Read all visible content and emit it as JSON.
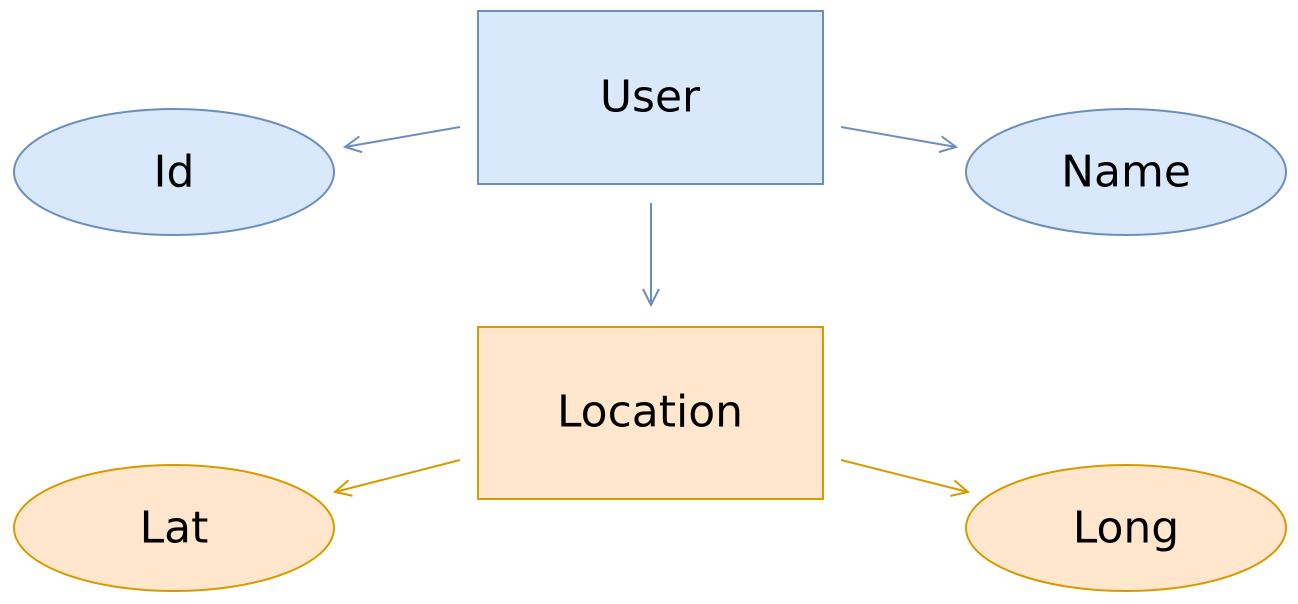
{
  "diagram": {
    "entities": {
      "user": {
        "label": "User"
      },
      "location": {
        "label": "Location"
      }
    },
    "attributes": {
      "id": {
        "label": "Id"
      },
      "name": {
        "label": "Name"
      },
      "lat": {
        "label": "Lat"
      },
      "long": {
        "label": "Long"
      }
    },
    "colors": {
      "user_fill": "#dae8fc",
      "user_stroke": "#6c8ebf",
      "location_fill": "#ffe6cc",
      "location_stroke": "#d79b00"
    }
  }
}
